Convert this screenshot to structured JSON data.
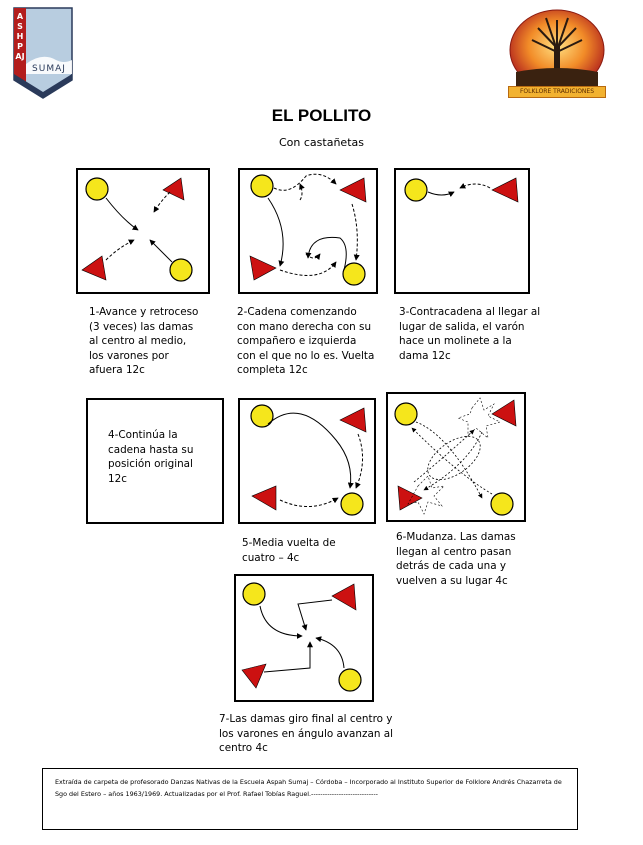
{
  "header": {
    "left_logo": {
      "vertical_text": "ASHPAJ",
      "bottom_text": "SUMAJ"
    },
    "right_logo": {
      "band_text": "FOLKLORE TRADICIONES"
    }
  },
  "title": "EL POLLITO",
  "subtitle": "Con castañetas",
  "figures": [
    {
      "caption": "1-Avance y retroceso\n(3 veces) las damas\nal centro al medio,\nlos varones por\nafuera 12c"
    },
    {
      "caption": "2-Cadena comenzando\ncon mano derecha con su\ncompañero e izquierda\ncon el que no lo es. Vuelta\ncompleta 12c"
    },
    {
      "caption": "3-Contracadena al llegar al\nlugar de salida, el varón\nhace un molinete a la\ndama 12c"
    },
    {
      "caption": "4-Continúa la\ncadena hasta su\nposición original\n12c"
    },
    {
      "caption": "5-Media vuelta de\ncuatro – 4c"
    },
    {
      "caption": "6-Mudanza. Las damas\nllegan al centro pasan\ndetrás de cada una y\nvuelven a su lugar 4c"
    },
    {
      "caption": "7-Las damas giro final al centro y\nlos varones en ángulo avanzan al\ncentro 4c"
    }
  ],
  "footer": {
    "text": "Extraída de carpeta de profesorado Danzas Nativas de la Escuela Aspah Sumaj – Córdoba – Incorporado al Instituto Superior de Folklore Andrés Chazarreta de Sgo del Estero – años 1963/1969. Actualizadas por el Prof. Rafael Tobías Raguel.-----------------------------"
  },
  "colors": {
    "dama": "#f5e61c",
    "varon": "#cc1111",
    "logo_blue": "#b8cde0",
    "logo_red": "#b31d1d"
  }
}
